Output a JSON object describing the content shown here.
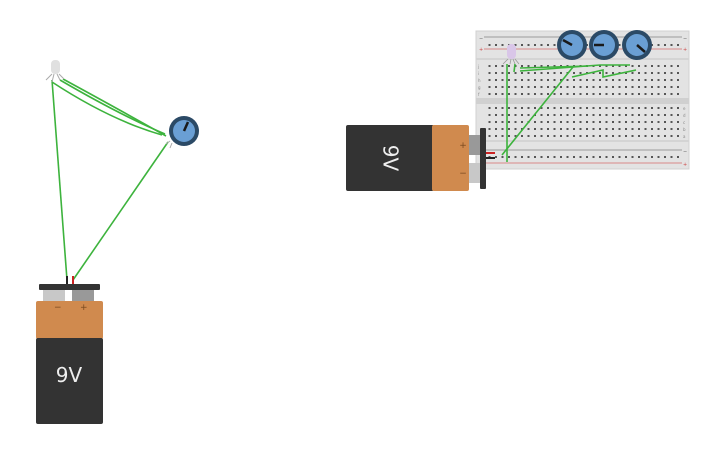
{
  "canvas": {
    "background": "#ffffff"
  },
  "colors": {
    "wire": "#3db33d",
    "battery_body": "#333333",
    "battery_cap": "#d08a4e",
    "pot_knob": "#6a9fd4",
    "pot_ring": "#2b4a66",
    "breadboard": "#e3e3e3",
    "rail_red": "#d46a6a",
    "led": "#d9c6e8"
  },
  "circuit_left": {
    "battery": {
      "label": "9V",
      "minus": "−",
      "plus": "+"
    },
    "led": {
      "icon": "rgb-led-icon"
    },
    "potentiometer": {
      "icon": "potentiometer-icon"
    }
  },
  "circuit_right": {
    "battery": {
      "label": "9V",
      "minus": "−",
      "plus": "+"
    },
    "breadboard": {
      "rail_minus": "−",
      "rail_plus": "+",
      "rows_top": [
        "j",
        "i",
        "h",
        "g",
        "f"
      ],
      "rows_bottom": [
        "e",
        "d",
        "c",
        "b",
        "a"
      ]
    },
    "potentiometers": [
      {
        "icon": "potentiometer-icon"
      },
      {
        "icon": "potentiometer-icon"
      },
      {
        "icon": "potentiometer-icon"
      }
    ],
    "led": {
      "icon": "rgb-led-icon"
    }
  }
}
